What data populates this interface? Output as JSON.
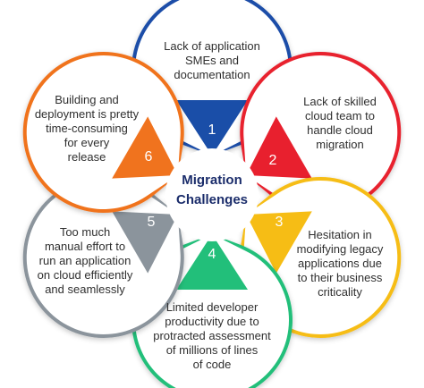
{
  "center_title": "Migration\nChallenges",
  "petals": [
    {
      "number": "1",
      "color": "#1a4ea8",
      "text": "Lack of application\nSMEs and\ndocumentation"
    },
    {
      "number": "2",
      "color": "#e8202e",
      "text": "Lack of skilled\ncloud team to\nhandle cloud\nmigration"
    },
    {
      "number": "3",
      "color": "#f6bd15",
      "text": "Hesitation in\nmodifying legacy\napplications due\nto their business\ncriticality"
    },
    {
      "number": "4",
      "color": "#22bf7a",
      "text": "Limited developer\nproductivity due to\nprotracted assessment\nof millions of lines\nof code"
    },
    {
      "number": "5",
      "color": "#8b949c",
      "text": "Too much\nmanual effort to\nrun an application\non cloud efficiently\nand seamlessly"
    },
    {
      "number": "6",
      "color": "#f0731e",
      "text": "Building and\ndeployment is pretty\ntime-consuming\nfor every\nrelease"
    }
  ]
}
